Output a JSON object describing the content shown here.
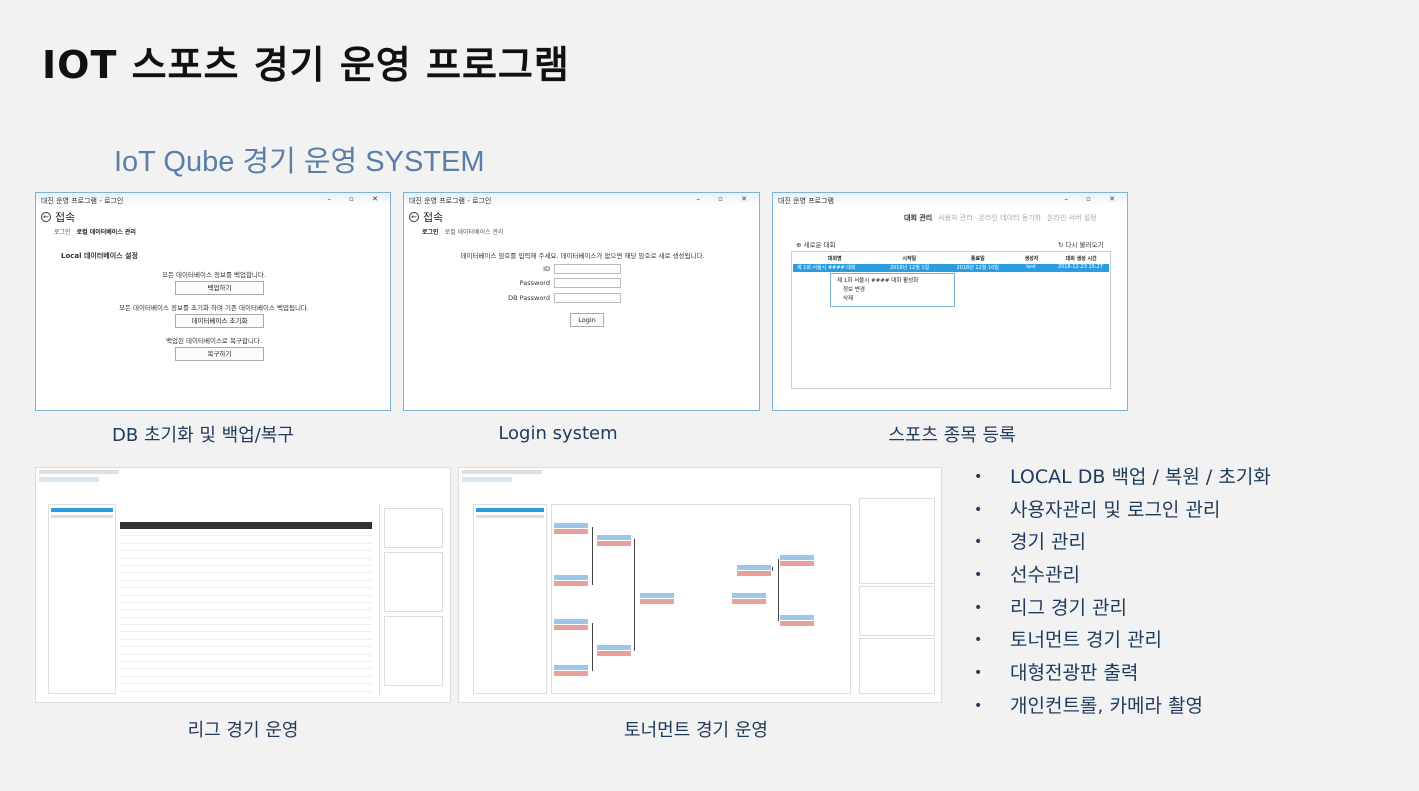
{
  "slide": {
    "title": "IOT 스포츠 경기 운영 프로그램",
    "subtitle": "IoT Qube 경기 운영 SYSTEM"
  },
  "captions": {
    "db": "DB 초기화 및 백업/복구",
    "login": "Login system",
    "sports": "스포츠 종목 등록",
    "league": "리그 경기 운영",
    "tournament": "토너먼트 경기 운영"
  },
  "features": [
    "LOCAL DB 백업 / 복원 / 초기화",
    "사용자관리 및 로그인 관리",
    "경기 관리",
    "선수관리",
    "리그 경기 관리",
    "토너먼트 경기 관리",
    "대형전광판 출력",
    "개인컨트롤, 카메라 촬영"
  ],
  "bullet_symbol": "•",
  "db_window": {
    "title": "대진 운영 프로그램 - 로그인",
    "heading": "접속",
    "crumbs": [
      "로그인",
      "로컬 데이터베이스 관리"
    ],
    "section": "Local 데이터베이스 설정",
    "backup_text": "모든 데이터베이스 정보를 백업합니다.",
    "backup_btn": "백업하기",
    "init_text": "모든 데이터베이스 정보를 초기화 하며 기존 데이터베이스 백업됩니다.",
    "init_btn": "데이터베이스 초기화",
    "restore_text": "백업된 데이터베이스로 복구합니다.",
    "restore_btn": "복구하기"
  },
  "login_window": {
    "title": "대진 운영 프로그램 - 로그인",
    "heading": "접속",
    "crumbs": [
      "로그인",
      "로컬 데이터베이스 관리"
    ],
    "instruction": "데이터베이스 암호를 입력해 주세요. 데이터베이스가 없으면 해당 암호로 새로 생성됩니다.",
    "id_label": "ID",
    "password_label": "Password",
    "dbpw_label": "DB Password",
    "login_btn": "Login"
  },
  "sports_window": {
    "title": "대진 운영 프로그램",
    "tabs": [
      "대회 관리",
      "사용자 관리",
      "온라인 데이터 동기화",
      "온라인 서버 설정"
    ],
    "new_btn": "새로운 대회",
    "reload_btn": "다시 불러오기",
    "columns": [
      "대회명",
      "시작일",
      "종료일",
      "생성자",
      "대회 생성 시간"
    ],
    "row": [
      "제 1회 서울시 #### 대회",
      "2018년 12월 1일",
      "2018년 12월 10일",
      "test",
      "2018-12-23 15:27"
    ],
    "context_menu": [
      "제 1회 서울시 #### 대회 활성화",
      "정보 변경",
      "삭제"
    ]
  },
  "window_controls": "– ▫ ✕",
  "back_symbol": "←"
}
